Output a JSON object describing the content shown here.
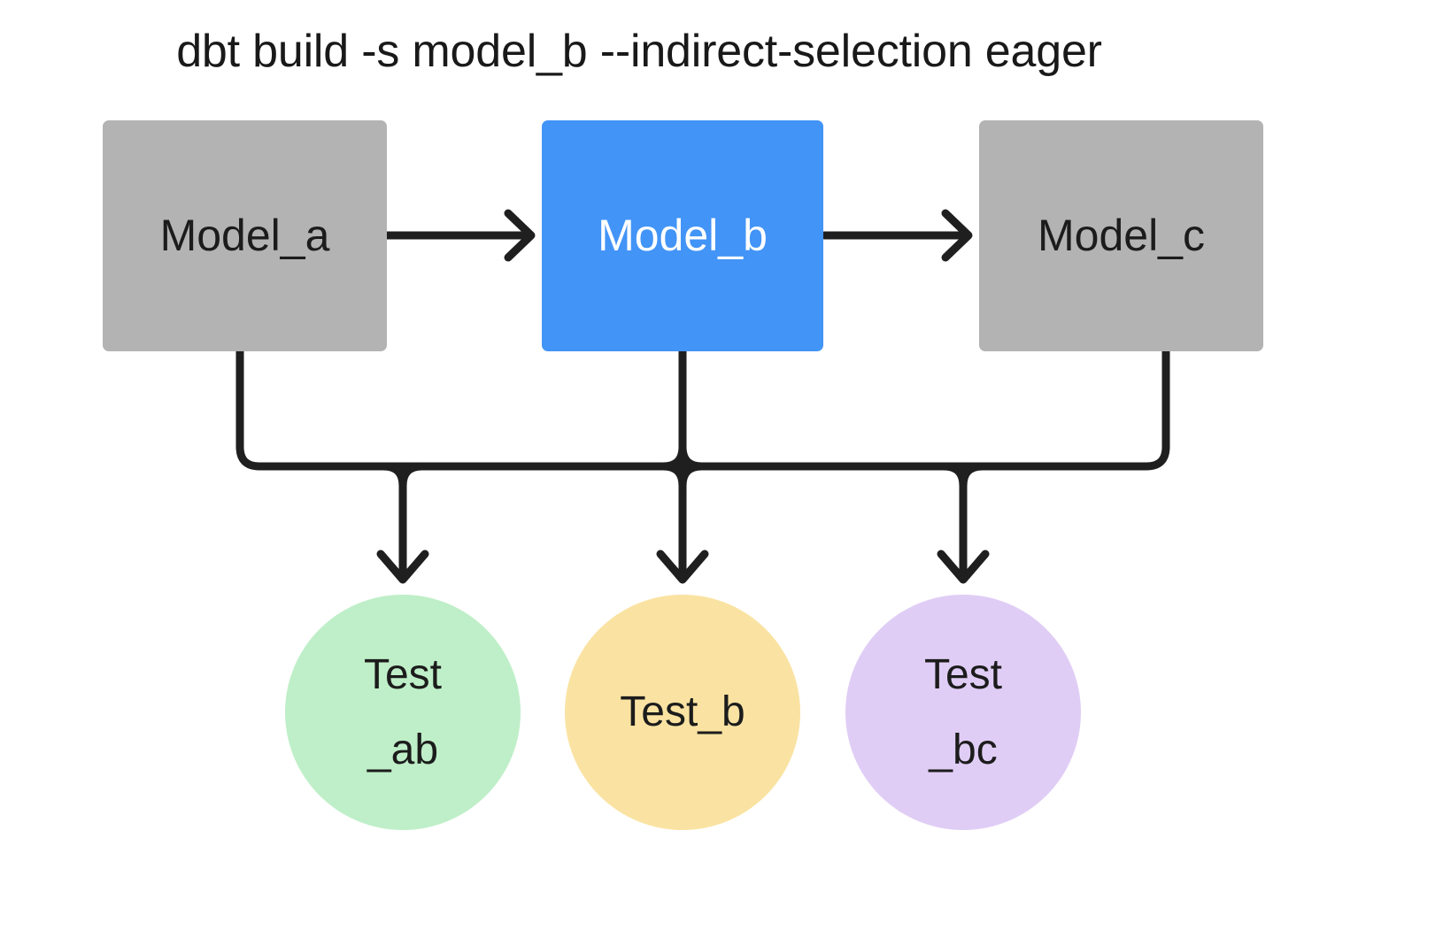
{
  "diagram": {
    "title": "dbt build -s model_b --indirect-selection eager",
    "background": "#ffffff",
    "edge_color": "#1f1f1f",
    "nodes": {
      "model_a": {
        "label": "Model_a",
        "shape": "rectangle",
        "color": "#b3b3b3",
        "text_color": "#1c1c1c",
        "selected": false
      },
      "model_b": {
        "label": "Model_b",
        "shape": "rectangle",
        "color": "#4294f7",
        "text_color": "#ffffff",
        "selected": true
      },
      "model_c": {
        "label": "Model_c",
        "shape": "rectangle",
        "color": "#b3b3b3",
        "text_color": "#1c1c1c",
        "selected": false
      },
      "test_ab": {
        "label": "Test_ab",
        "line1": "Test",
        "line2": "_ab",
        "shape": "circle",
        "color": "#bfefc8",
        "text_color": "#1c1c1c"
      },
      "test_b": {
        "label": "Test_b",
        "line1": "Test_b",
        "line2": "",
        "shape": "circle",
        "color": "#fae3a2",
        "text_color": "#1c1c1c"
      },
      "test_bc": {
        "label": "Test_bc",
        "line1": "Test",
        "line2": "_bc",
        "shape": "circle",
        "color": "#e0cdf5",
        "text_color": "#1c1c1c"
      }
    },
    "edges": [
      {
        "from": "model_a",
        "to": "model_b",
        "type": "arrow-right"
      },
      {
        "from": "model_b",
        "to": "model_c",
        "type": "arrow-right"
      },
      {
        "from": "model_a",
        "to": "test_ab",
        "type": "arrow-down-bus"
      },
      {
        "from": "model_b",
        "to": "test_ab",
        "type": "arrow-down-bus"
      },
      {
        "from": "model_b",
        "to": "test_b",
        "type": "arrow-down"
      },
      {
        "from": "model_b",
        "to": "test_bc",
        "type": "arrow-down-bus"
      },
      {
        "from": "model_c",
        "to": "test_bc",
        "type": "arrow-down-bus"
      }
    ]
  }
}
